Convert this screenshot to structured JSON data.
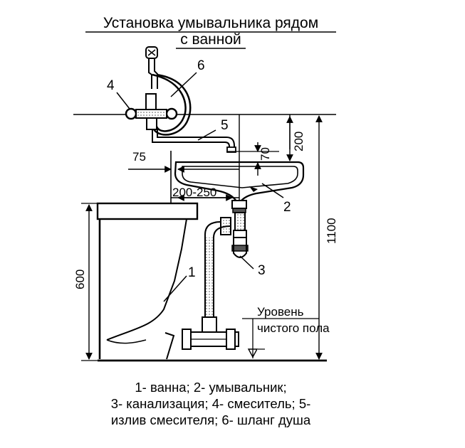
{
  "title": {
    "line1": "Установка умывальника рядом",
    "line2": "с ванной"
  },
  "callouts": {
    "n1": "1",
    "n2": "2",
    "n3": "3",
    "n4": "4",
    "n5": "5",
    "n6": "6"
  },
  "dimensions": {
    "d75": "75",
    "d70": "70",
    "d200": "200",
    "d200_250": "200-250",
    "d600": "600",
    "d1100": "1100"
  },
  "floor_note": {
    "line1": "Уровень",
    "line2": "чистого пола"
  },
  "legend": {
    "line1": "1- ванна;  2- умывальник;",
    "line2": "3- канализация;  4- смеситель; 5-",
    "line3": "излив смесителя;  6- шланг душа"
  }
}
